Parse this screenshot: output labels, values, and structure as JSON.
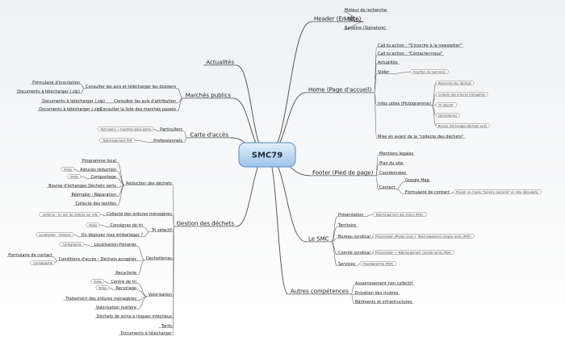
{
  "center": {
    "id": "c",
    "label": "SMC79"
  },
  "nodes": [
    {
      "id": "h",
      "label": "Header (En tête)",
      "type": "main"
    },
    {
      "id": "h1",
      "label": "Moteur de recherche",
      "type": "leaf"
    },
    {
      "id": "h2",
      "label": "Logo",
      "type": "leaf"
    },
    {
      "id": "h3",
      "label": "Baseline (Signature)",
      "type": "leaf"
    },
    {
      "id": "p",
      "label": "Home (Page d'accueil)",
      "type": "main"
    },
    {
      "id": "p1",
      "label": "Call to action : \"S'inscrire à la newsletter\"",
      "type": "leaf"
    },
    {
      "id": "p2",
      "label": "Call to action : \"Contacter-nous\"",
      "type": "leaf"
    },
    {
      "id": "p3",
      "label": "Actualités",
      "type": "leaf"
    },
    {
      "id": "p4",
      "label": "Slider",
      "type": "leaf"
    },
    {
      "id": "p4a",
      "label": "Insertion de bannières",
      "type": "note"
    },
    {
      "id": "p5",
      "label": "Infos utiles (Pictogramme)",
      "type": "leaf"
    },
    {
      "id": "p5a",
      "label": "Réduction des déchets",
      "type": "note"
    },
    {
      "id": "p5b",
      "label": "Collecte des ordures ménagères",
      "type": "note"
    },
    {
      "id": "p5c",
      "label": "Tri sélectif",
      "type": "note"
    },
    {
      "id": "p5d",
      "label": "Déchetteries",
      "type": "note"
    },
    {
      "id": "p5e",
      "label": "Bourse d'échanges Déchets verts",
      "type": "note"
    },
    {
      "id": "p6",
      "label": "Mise en avant de la \"collecte des déchets\"",
      "type": "leaf"
    },
    {
      "id": "f",
      "label": "Footer (Pied de page)",
      "type": "main"
    },
    {
      "id": "f1",
      "label": "Mentions légales",
      "type": "leaf"
    },
    {
      "id": "f2",
      "label": "Plan du site",
      "type": "leaf"
    },
    {
      "id": "f3",
      "label": "Coordonnées",
      "type": "leaf"
    },
    {
      "id": "f4",
      "label": "Contact",
      "type": "leaf"
    },
    {
      "id": "f4a",
      "label": "Google Map",
      "type": "leaf"
    },
    {
      "id": "f4b",
      "label": "Formulaire de contact",
      "type": "leaf"
    },
    {
      "id": "f4b1",
      "label": "Prévoir un champ \"Service concerné\" en liste déroulante",
      "type": "note"
    },
    {
      "id": "s",
      "label": "Le SMC",
      "type": "main"
    },
    {
      "id": "s1",
      "label": "Présentation",
      "type": "leaf"
    },
    {
      "id": "s1a",
      "label": "Téléchargement des status  (PDF)",
      "type": "note"
    },
    {
      "id": "s2",
      "label": "Territoire",
      "type": "leaf"
    },
    {
      "id": "s3",
      "label": "Bureau syndical",
      "type": "leaf"
    },
    {
      "id": "s3a",
      "label": "Présentation (Photos élus) + Téléchargement compte-rendu (PDF)",
      "type": "note"
    },
    {
      "id": "s4",
      "label": "Comité syndical",
      "type": "leaf"
    },
    {
      "id": "s4a",
      "label": "Présentation + Téléchargement compte-rendu (PDF)",
      "type": "note"
    },
    {
      "id": "s5",
      "label": "Services",
      "type": "leaf"
    },
    {
      "id": "s5a",
      "label": "Organigramme (PDF)",
      "type": "note"
    },
    {
      "id": "ac",
      "label": "Autres compétences",
      "type": "main"
    },
    {
      "id": "ac1",
      "label": "Assainissement non collectif",
      "type": "leaf"
    },
    {
      "id": "ac2",
      "label": "Entretien des rivières",
      "type": "leaf"
    },
    {
      "id": "ac3",
      "label": "Bâtiments et infrastructures",
      "type": "leaf"
    },
    {
      "id": "a",
      "label": "Actualités",
      "type": "main"
    },
    {
      "id": "m",
      "label": "Marchés publics",
      "type": "main"
    },
    {
      "id": "m1",
      "label": "Consulter les avis et télécharger les dossiers",
      "type": "leaf"
    },
    {
      "id": "m1a",
      "label": "Formulaire d'inscription",
      "type": "leaf"
    },
    {
      "id": "m1b",
      "label": "Documents à télécharger (.zip)",
      "type": "leaf"
    },
    {
      "id": "m2",
      "label": "Consulter les avis d'attribution",
      "type": "leaf"
    },
    {
      "id": "m2a",
      "label": "Documents à télécharger (.zip)",
      "type": "leaf"
    },
    {
      "id": "m3",
      "label": "Consulter la liste des marchés passés",
      "type": "leaf"
    },
    {
      "id": "m3a",
      "label": "Documents à télécharger (.zip)",
      "type": "leaf"
    },
    {
      "id": "k",
      "label": "Carte d'accès",
      "type": "main"
    },
    {
      "id": "k1",
      "label": "Particuliers",
      "type": "leaf"
    },
    {
      "id": "k1a",
      "label": "Formulaire + Insertion pièce jointe",
      "type": "note"
    },
    {
      "id": "k2",
      "label": "Professionnels",
      "type": "leaf"
    },
    {
      "id": "k2a",
      "label": "Téléchargement PDF",
      "type": "note"
    },
    {
      "id": "g",
      "label": "Gestion des déchets",
      "type": "main"
    },
    {
      "id": "r",
      "label": "Réduction des déchets",
      "type": "leaf"
    },
    {
      "id": "r1",
      "label": "Programme local",
      "type": "leaf"
    },
    {
      "id": "r2",
      "label": "Astuces réduction",
      "type": "leaf"
    },
    {
      "id": "r2a",
      "label": "Vidéo",
      "type": "note"
    },
    {
      "id": "r3",
      "label": "Compostage",
      "type": "leaf"
    },
    {
      "id": "r3a",
      "label": "Vidéo",
      "type": "note"
    },
    {
      "id": "r4",
      "label": "Bourse d'échanges Déchets verts",
      "type": "leaf"
    },
    {
      "id": "r5",
      "label": "Réemploi - Réparation",
      "type": "leaf"
    },
    {
      "id": "r6",
      "label": "Collecte des textiles",
      "type": "leaf"
    },
    {
      "id": "co",
      "label": "Collecte des ordures ménagères",
      "type": "leaf"
    },
    {
      "id": "coa",
      "label": "Système - Un jour de collecte par ville",
      "type": "note"
    },
    {
      "id": "t",
      "label": "Tri sélectif",
      "type": "leaf"
    },
    {
      "id": "t1",
      "label": "Consignes de tri",
      "type": "leaf"
    },
    {
      "id": "t1a",
      "label": "Vidéo",
      "type": "note"
    },
    {
      "id": "t2",
      "label": "Où déposez mes emballages ?",
      "type": "leaf"
    },
    {
      "id": "t2a",
      "label": "Localisation - Horaires",
      "type": "note"
    },
    {
      "id": "d",
      "label": "Déchetteries",
      "type": "leaf"
    },
    {
      "id": "d1",
      "label": "Localisation-Horaires",
      "type": "leaf"
    },
    {
      "id": "d1a",
      "label": "Cartographie",
      "type": "note"
    },
    {
      "id": "d2",
      "label": "Conditions d'accès - Déchets acceptés",
      "type": "leaf"
    },
    {
      "id": "d2a",
      "label": "Formulaire de contact",
      "type": "leaf"
    },
    {
      "id": "d2b",
      "label": "Cartographie",
      "type": "note"
    },
    {
      "id": "d3",
      "label": "Recyclerie",
      "type": "leaf"
    },
    {
      "id": "v",
      "label": "Valorisation",
      "type": "leaf"
    },
    {
      "id": "v1",
      "label": "Centre de tri",
      "type": "leaf"
    },
    {
      "id": "v1a",
      "label": "Vidéo",
      "type": "note"
    },
    {
      "id": "v2",
      "label": "Recyclage",
      "type": "leaf"
    },
    {
      "id": "v2a",
      "label": "Vidéo",
      "type": "note"
    },
    {
      "id": "v3",
      "label": "Traitement des ordures ménagères",
      "type": "leaf"
    },
    {
      "id": "v4",
      "label": "Valorisation matière",
      "type": "leaf"
    },
    {
      "id": "g5",
      "label": "Déchets de soins à risques infectieux",
      "type": "leaf"
    },
    {
      "id": "g6",
      "label": "Tarifs",
      "type": "leaf"
    },
    {
      "id": "g7",
      "label": "Documents à télécharger",
      "type": "leaf"
    }
  ],
  "edges": [
    [
      "c",
      "h"
    ],
    [
      "h",
      "h1"
    ],
    [
      "h",
      "h2"
    ],
    [
      "h",
      "h3"
    ],
    [
      "c",
      "p"
    ],
    [
      "p",
      "p1"
    ],
    [
      "p",
      "p2"
    ],
    [
      "p",
      "p3"
    ],
    [
      "p",
      "p4"
    ],
    [
      "p4",
      "p4a"
    ],
    [
      "p",
      "p5"
    ],
    [
      "p5",
      "p5a"
    ],
    [
      "p5",
      "p5b"
    ],
    [
      "p5",
      "p5c"
    ],
    [
      "p5",
      "p5d"
    ],
    [
      "p5",
      "p5e"
    ],
    [
      "p",
      "p6"
    ],
    [
      "c",
      "f"
    ],
    [
      "f",
      "f1"
    ],
    [
      "f",
      "f2"
    ],
    [
      "f",
      "f3"
    ],
    [
      "f",
      "f4"
    ],
    [
      "f4",
      "f4a"
    ],
    [
      "f4",
      "f4b"
    ],
    [
      "f4b",
      "f4b1"
    ],
    [
      "c",
      "s"
    ],
    [
      "s",
      "s1"
    ],
    [
      "s1",
      "s1a"
    ],
    [
      "s",
      "s2"
    ],
    [
      "s",
      "s3"
    ],
    [
      "s3",
      "s3a"
    ],
    [
      "s",
      "s4"
    ],
    [
      "s4",
      "s4a"
    ],
    [
      "s",
      "s5"
    ],
    [
      "s5",
      "s5a"
    ],
    [
      "c",
      "ac"
    ],
    [
      "ac",
      "ac1"
    ],
    [
      "ac",
      "ac2"
    ],
    [
      "ac",
      "ac3"
    ],
    [
      "c",
      "a"
    ],
    [
      "c",
      "m"
    ],
    [
      "m",
      "m1"
    ],
    [
      "m1",
      "m1a"
    ],
    [
      "m1",
      "m1b"
    ],
    [
      "m",
      "m2"
    ],
    [
      "m2",
      "m2a"
    ],
    [
      "m",
      "m3"
    ],
    [
      "m3",
      "m3a"
    ],
    [
      "c",
      "k"
    ],
    [
      "k",
      "k1"
    ],
    [
      "k1",
      "k1a"
    ],
    [
      "k",
      "k2"
    ],
    [
      "k2",
      "k2a"
    ],
    [
      "c",
      "g"
    ],
    [
      "g",
      "r"
    ],
    [
      "r",
      "r1"
    ],
    [
      "r",
      "r2"
    ],
    [
      "r2",
      "r2a"
    ],
    [
      "r",
      "r3"
    ],
    [
      "r3",
      "r3a"
    ],
    [
      "r",
      "r4"
    ],
    [
      "r",
      "r5"
    ],
    [
      "r",
      "r6"
    ],
    [
      "g",
      "co"
    ],
    [
      "co",
      "coa"
    ],
    [
      "g",
      "t"
    ],
    [
      "t",
      "t1"
    ],
    [
      "t1",
      "t1a"
    ],
    [
      "t",
      "t2"
    ],
    [
      "t2",
      "t2a"
    ],
    [
      "g",
      "d"
    ],
    [
      "d",
      "d1"
    ],
    [
      "d1",
      "d1a"
    ],
    [
      "d",
      "d2"
    ],
    [
      "d2",
      "d2a"
    ],
    [
      "d2",
      "d2b"
    ],
    [
      "d",
      "d3"
    ],
    [
      "g",
      "v"
    ],
    [
      "v",
      "v1"
    ],
    [
      "v1",
      "v1a"
    ],
    [
      "v",
      "v2"
    ],
    [
      "v2",
      "v2a"
    ],
    [
      "v",
      "v3"
    ],
    [
      "v",
      "v4"
    ],
    [
      "g",
      "g5"
    ],
    [
      "g",
      "g6"
    ],
    [
      "g",
      "g7"
    ]
  ],
  "colors": {
    "center_fill": "#bcd8f2",
    "center_stroke": "#6f9ccc",
    "line": "#5b5b5b",
    "text": "#1a1a1a",
    "note_fill": "#ffffff",
    "note_stroke": "#7a7a7a"
  }
}
